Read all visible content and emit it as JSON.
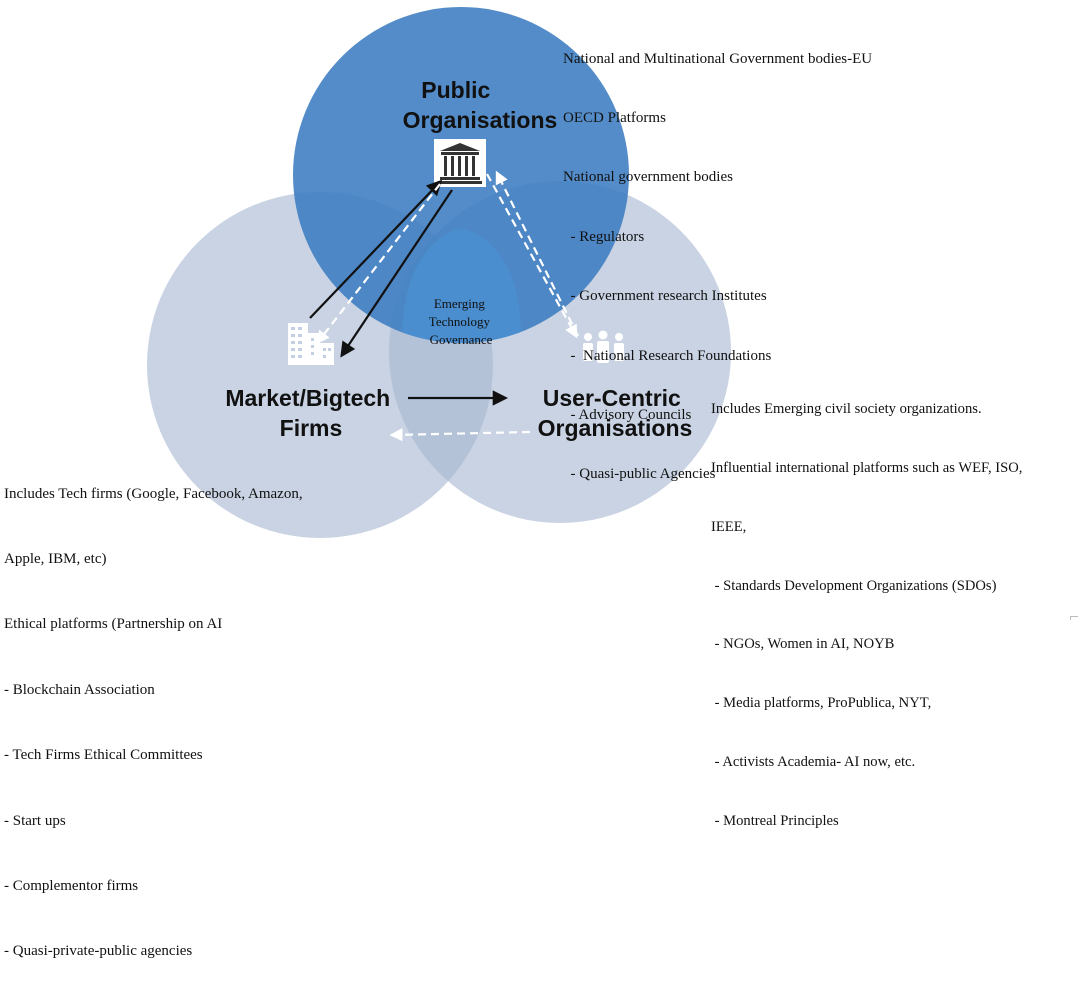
{
  "circles": {
    "public": {
      "title_lines": [
        "Public",
        "Organisations"
      ],
      "color": "#3b7cc0"
    },
    "market": {
      "title_lines": [
        "Market/Bigtech",
        "Firms"
      ],
      "color": "#a8b8d2"
    },
    "user": {
      "title_lines": [
        "User-Centric",
        "Organisations"
      ],
      "color": "#a8b8d2"
    }
  },
  "center": {
    "lines": [
      "Emerging",
      "Technology",
      "Governance"
    ],
    "color": "#4a8ed0"
  },
  "icons": {
    "public": "government-building-icon",
    "market": "office-buildings-icon",
    "user": "people-group-icon"
  },
  "notes": {
    "public": [
      "National and Multinational Government bodies-EU",
      "OECD Platforms",
      "National government bodies",
      "  - Regulators",
      "  - Government research Institutes",
      "  -  National Research Foundations",
      "  - Advisory Councils",
      "  - Quasi-public Agencies"
    ],
    "user": [
      "Includes Emerging civil society organizations.",
      "Influential international platforms such as WEF, ISO,",
      "IEEE,",
      " - Standards Development Organizations (SDOs)",
      " - NGOs, Women in AI, NOYB",
      " - Media platforms, ProPublica, NYT,",
      " - Activists Academia- AI now, etc.",
      " - Montreal Principles"
    ],
    "market": [
      "Includes Tech firms (Google, Facebook, Amazon,",
      "Apple, IBM, etc)",
      "Ethical platforms (Partnership on AI",
      "- Blockchain Association",
      "- Tech Firms Ethical Committees",
      "- Start ups",
      "- Complementor firms",
      "- Quasi-private-public agencies"
    ]
  }
}
